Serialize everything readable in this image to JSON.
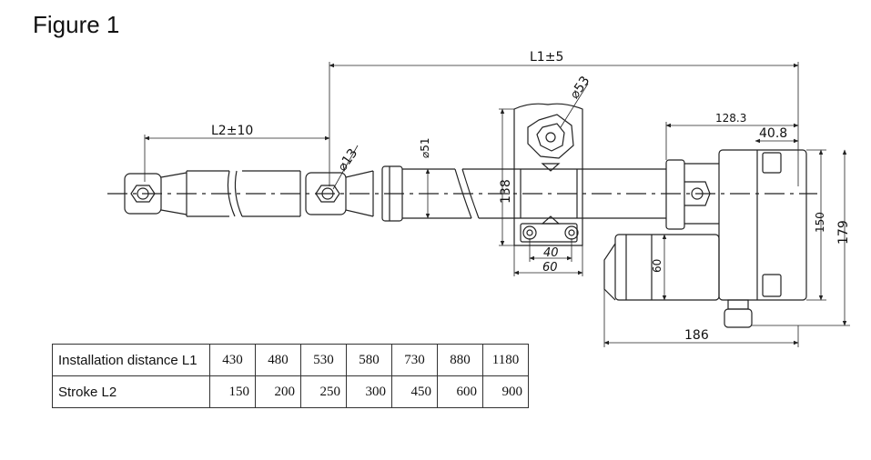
{
  "figure": {
    "title": "Figure 1"
  },
  "dimensions": {
    "l1": "L1±5",
    "l2": "L2±10",
    "d53": "⌀53",
    "d13": "⌀13",
    "d51": "⌀51",
    "h138": "138",
    "w128": "128.3",
    "w40_8": "40.8",
    "h150": "150",
    "h179": "179",
    "h60": "60",
    "w186": "186",
    "w40": "40",
    "w60": "60"
  },
  "table": {
    "rows": [
      {
        "label": "Installation distance L1",
        "values": [
          "430",
          "480",
          "530",
          "580",
          "730",
          "880",
          "1180"
        ]
      },
      {
        "label": "Stroke L2",
        "values": [
          "150",
          "200",
          "250",
          "300",
          "450",
          "600",
          "900"
        ]
      }
    ]
  },
  "colors": {
    "line": "#222222",
    "paper": "#ffffff"
  }
}
